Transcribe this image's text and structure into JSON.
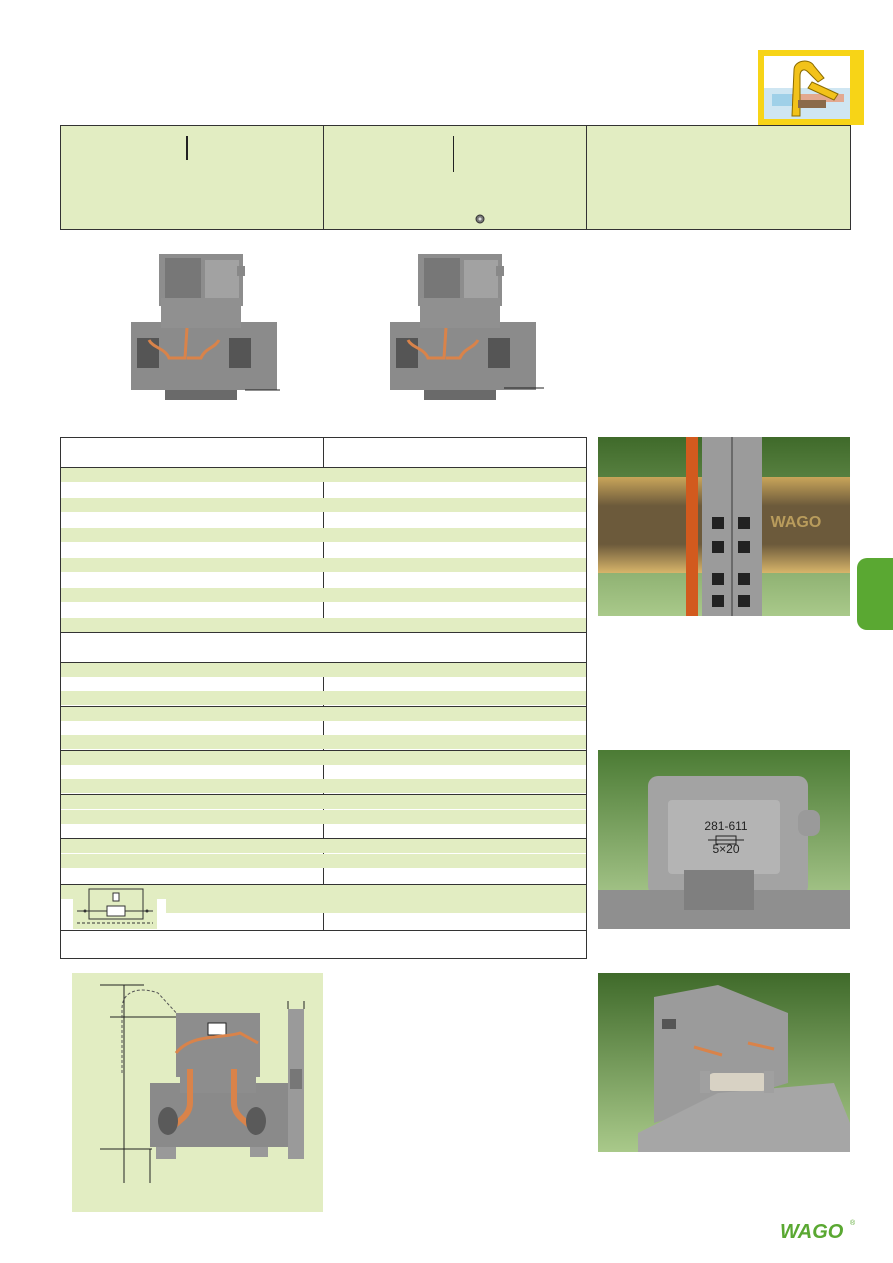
{
  "brand": {
    "logo_text": "WAGO",
    "registered_mark": "®"
  },
  "photo_fuse_label": {
    "line1": "281-611",
    "line2": "5×20"
  },
  "photo_rail_text": "WAGO",
  "colors": {
    "accent_green": "#5aa832",
    "table_green": "#e2edc2",
    "pictogram_yellow": "#f7d417",
    "terminal_grey": "#8a8a8a",
    "copper": "#d9834a"
  },
  "icons": {
    "pictogram": "clamp-operation-icon",
    "schematic": "fuse-symbol-icon"
  }
}
